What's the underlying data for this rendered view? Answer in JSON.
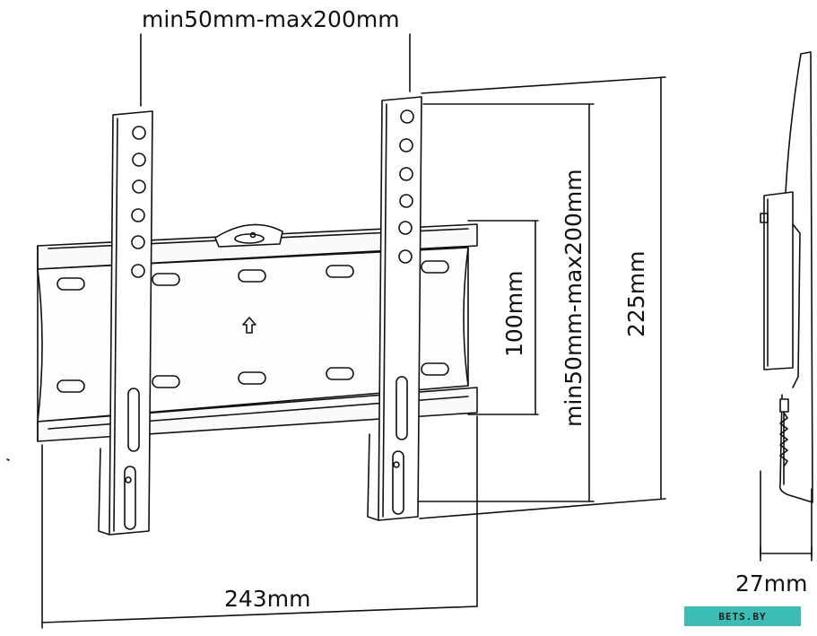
{
  "labels": {
    "top_width": "min50mm-max200mm",
    "right_height_range": "min50mm-max200mm",
    "plate_height": "100mm",
    "overall_height": "225mm",
    "overall_width": "243mm",
    "depth": "27mm"
  },
  "watermark": {
    "text": "BETS.BY",
    "background": "#3bbcb4"
  },
  "colors": {
    "line": "#111111",
    "fill_light": "#f6f6f6"
  }
}
